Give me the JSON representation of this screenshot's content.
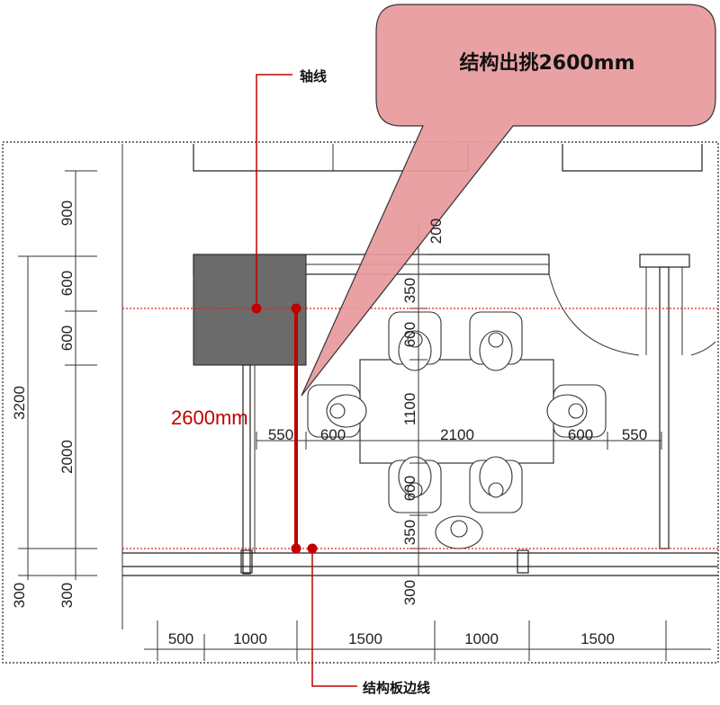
{
  "callout": {
    "text": "结构出挑2600mm"
  },
  "labels": {
    "axis_line": "轴线",
    "slab_edge": "结构板边线"
  },
  "red_dimension": {
    "text": "2600mm"
  },
  "dims_left_vertical": {
    "d900": "900",
    "d600a": "600",
    "d600b": "600",
    "d3200": "3200",
    "d2000": "2000",
    "d300a": "300",
    "d300b": "300"
  },
  "dims_table": {
    "d200": "200",
    "d350a": "350",
    "d600a": "600",
    "d1100": "1100",
    "d600b": "600",
    "d350b": "350",
    "d300": "300",
    "d550a": "550",
    "d600c": "600",
    "d2100": "2100",
    "d600d": "600",
    "d550b": "550"
  },
  "dims_bottom": {
    "d500": "500",
    "d1000a": "1000",
    "d1500a": "1500",
    "d1000b": "1000",
    "d1500b": "1500"
  },
  "colors": {
    "accent_red": "#c00000",
    "callout_fill": "#e8999c",
    "column_fill": "#6b6b6b"
  }
}
